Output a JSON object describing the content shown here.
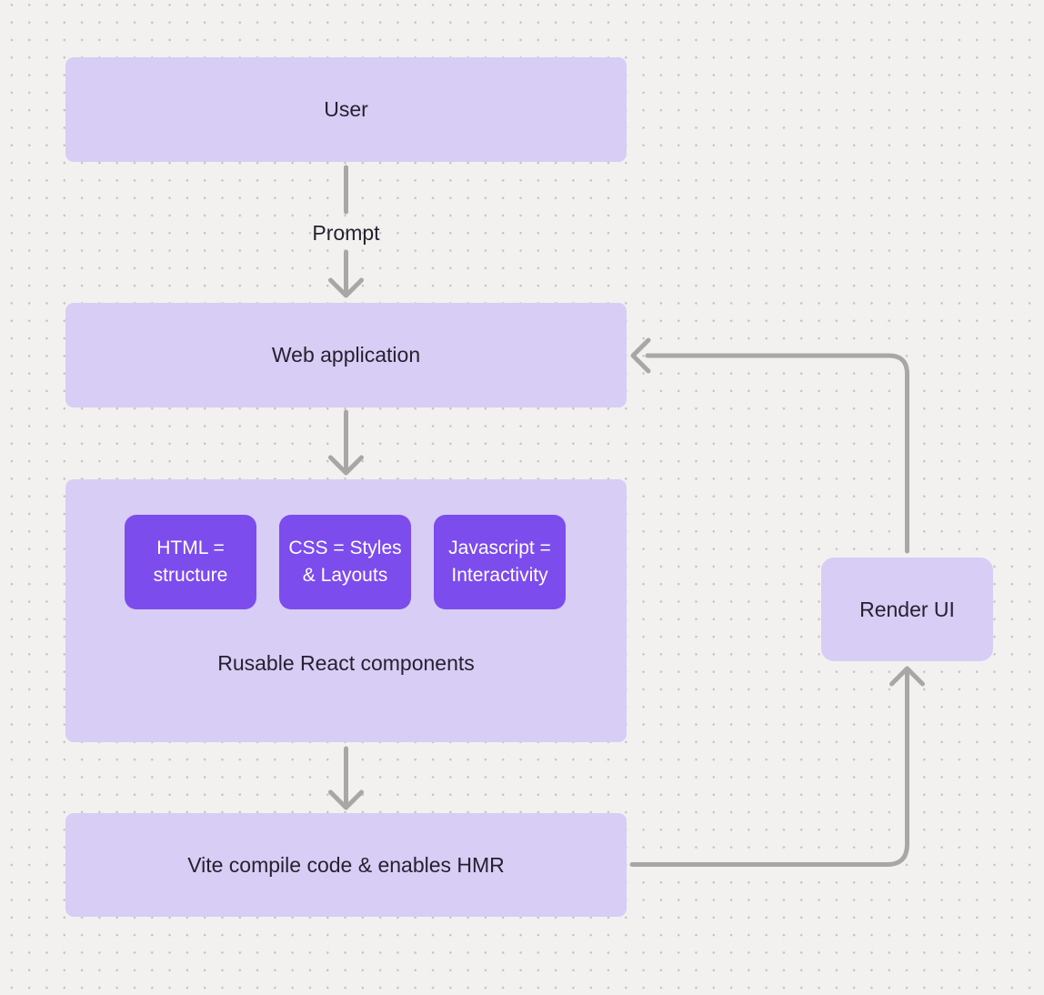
{
  "diagram": {
    "background": {
      "color": "#f2f1ef",
      "dot_color": "#c6c4c2"
    },
    "palette": {
      "node_fill": "#d7cdf5",
      "accent_fill": "#7c4ced",
      "edge_color": "#a9a7a5",
      "text_dark": "#262130",
      "text_light": "#ffffff"
    },
    "nodes": {
      "user": {
        "label": "User"
      },
      "web_app": {
        "label": "Web application"
      },
      "group": {
        "caption": "Rusable React components",
        "items": [
          {
            "label": "HTML = structure"
          },
          {
            "label": "CSS = Styles & Layouts"
          },
          {
            "label": "Javascript = Interactivity"
          }
        ]
      },
      "vite": {
        "label": "Vite compile code & enables HMR"
      },
      "render_ui": {
        "label": "Render UI"
      }
    },
    "edges": {
      "prompt": {
        "label": "Prompt"
      }
    }
  }
}
